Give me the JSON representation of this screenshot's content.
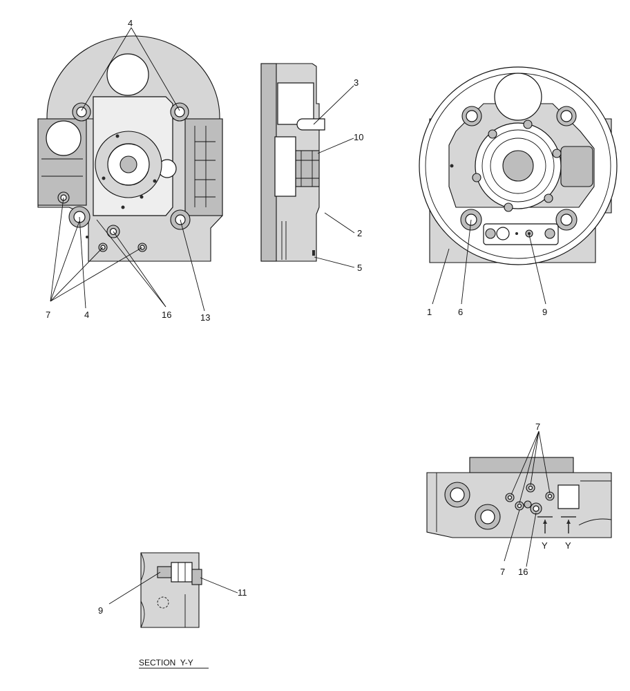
{
  "callouts": {
    "front_view": {
      "top_4": "4",
      "bottom_4": "4",
      "label_7": "7",
      "label_16": "16",
      "label_13": "13"
    },
    "side_view": {
      "label_3": "3",
      "label_10": "10",
      "label_2": "2",
      "label_5": "5"
    },
    "rear_view": {
      "label_1": "1",
      "label_6": "6",
      "label_9": "9"
    },
    "bottom_view": {
      "top_7": "7",
      "bottom_7": "7",
      "label_16": "16",
      "section_mark_a": "Y",
      "section_mark_b": "Y"
    },
    "section_view": {
      "label_9": "9",
      "label_11": "11",
      "title": "SECTION  Y-Y"
    }
  }
}
